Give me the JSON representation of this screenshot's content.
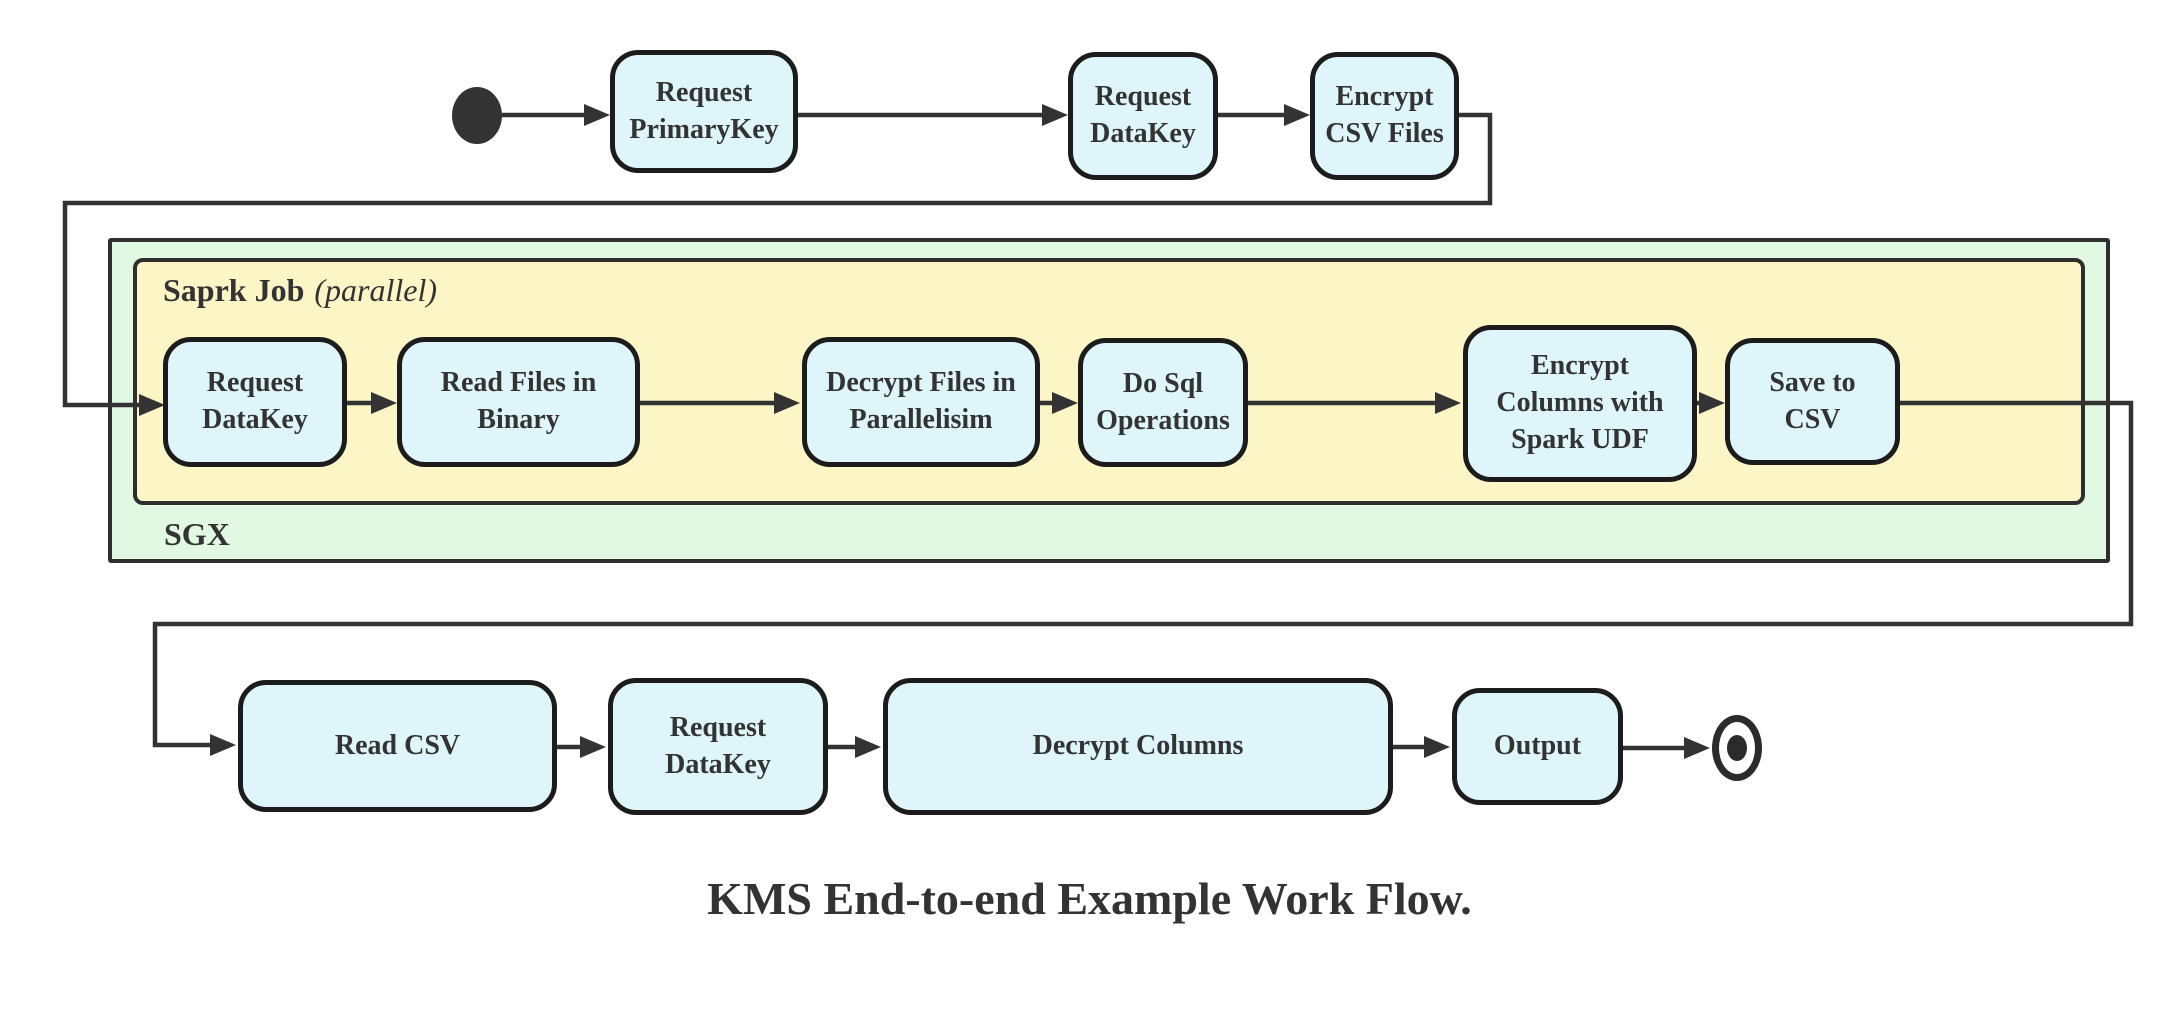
{
  "diagram": {
    "caption": "KMS End-to-end Example Work Flow.",
    "containers": {
      "sgx": {
        "label": "SGX"
      },
      "spark_job": {
        "label": "Saprk Job",
        "hint": "(parallel)"
      }
    },
    "nodes": {
      "request_primarykey": {
        "label": "Request\nPrimaryKey"
      },
      "request_datakey_top": {
        "label": "Request\nDataKey"
      },
      "encrypt_csv_files": {
        "label": "Encrypt\nCSV Files"
      },
      "request_datakey_mid": {
        "label": "Request\nDataKey"
      },
      "read_files_in_binary": {
        "label": "Read Files in\nBinary"
      },
      "decrypt_files_in_parallelisim": {
        "label": "Decrypt Files in\nParallelisim"
      },
      "do_sql_operations": {
        "label": "Do Sql\nOperations"
      },
      "encrypt_columns_with_spark_udf": {
        "label": "Encrypt\nColumns with\nSpark UDF"
      },
      "save_to_csv": {
        "label": "Save to CSV"
      },
      "read_csv": {
        "label": "Read CSV"
      },
      "request_datakey_bottom": {
        "label": "Request DataKey"
      },
      "decrypt_columns": {
        "label": "Decrypt Columns"
      },
      "output": {
        "label": "Output"
      }
    },
    "markers": {
      "start": "start-state-dot",
      "end": "final-state-ring"
    },
    "colors": {
      "node_fill": "#def5fa",
      "node_border": "#1c1c1c",
      "sgx_fill": "#e1f8e2",
      "spark_fill": "#fcf6c6",
      "edge": "#333333",
      "text": "#333333"
    }
  }
}
